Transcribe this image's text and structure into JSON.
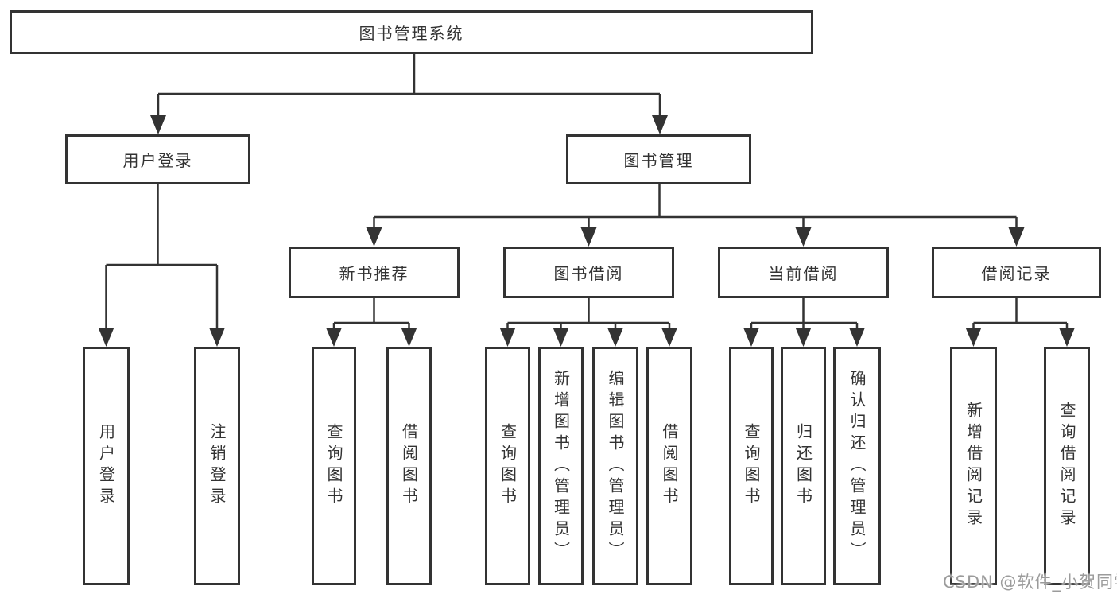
{
  "tree": {
    "root": {
      "label": "图书管理系统"
    },
    "branches": [
      {
        "label": "用户登录",
        "leaves": [
          {
            "label": "用户登录"
          },
          {
            "label": "注销登录"
          }
        ]
      },
      {
        "label": "图书管理",
        "groups": [
          {
            "label": "新书推荐",
            "leaves": [
              {
                "label": "查询图书"
              },
              {
                "label": "借阅图书"
              }
            ]
          },
          {
            "label": "图书借阅",
            "leaves": [
              {
                "label": "查询图书"
              },
              {
                "label": "新增图书（管理员）"
              },
              {
                "label": "编辑图书（管理员）"
              },
              {
                "label": "借阅图书"
              }
            ]
          },
          {
            "label": "当前借阅",
            "leaves": [
              {
                "label": "查询图书"
              },
              {
                "label": "归还图书"
              },
              {
                "label": "确认归还（管理员）"
              }
            ]
          },
          {
            "label": "借阅记录",
            "leaves": [
              {
                "label": "新增借阅记录"
              },
              {
                "label": "查询借阅记录"
              }
            ]
          }
        ]
      }
    ]
  },
  "watermark": {
    "text": "CSDN @软件_小贺同学"
  },
  "colors": {
    "line": "#333333",
    "box_background": "#ffffff",
    "text": "#333333",
    "watermark_text": "#9b9b9b"
  }
}
